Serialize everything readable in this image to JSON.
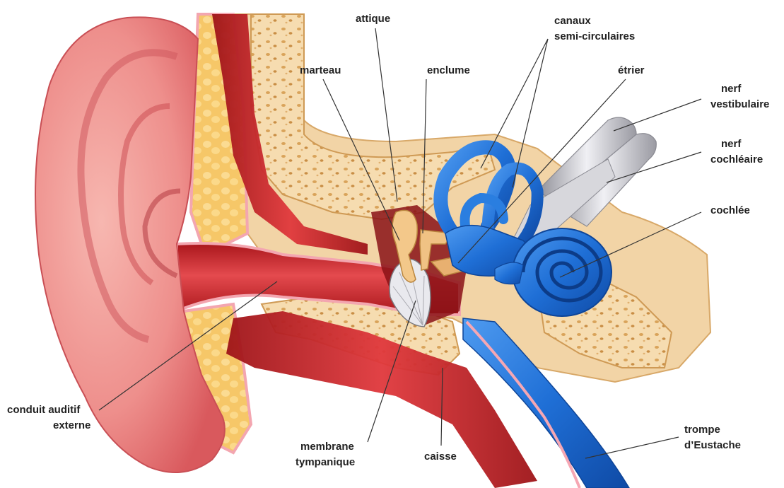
{
  "labels": {
    "attique": "attique",
    "marteau": "marteau",
    "enclume": "enclume",
    "canaux_1": "canaux",
    "canaux_2": "semi-circulaires",
    "etrier": "étrier",
    "nerf_vest_1": "nerf",
    "nerf_vest_2": "vestibulaire",
    "nerf_coch_1": "nerf",
    "nerf_coch_2": "cochléaire",
    "cochlee": "cochlée",
    "conduit_1": "conduit auditif",
    "conduit_2": "externe",
    "membrane_1": "membrane",
    "membrane_2": "tympanique",
    "caisse": "caisse",
    "trompe_1": "trompe",
    "trompe_2": "d’Eustache"
  },
  "colors": {
    "skin": "#f2a0a0",
    "skin_dark": "#d96a6a",
    "muscle": "#c8232b",
    "bone": "#f5d7a8",
    "bone_dark": "#e0b070",
    "fat": "#f7cd7a",
    "blue": "#1f6fd6",
    "nerve": "#c9c9cf"
  }
}
